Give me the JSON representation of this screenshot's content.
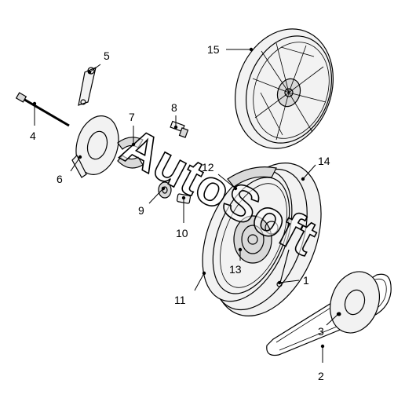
{
  "watermark": "AutoSoft",
  "callouts": {
    "c1": "1",
    "c2": "2",
    "c3": "3",
    "c4": "4",
    "c5": "5",
    "c6": "6",
    "c7": "7",
    "c8": "8",
    "c9": "9",
    "c10": "10",
    "c11": "11",
    "c12": "12",
    "c13": "13",
    "c14": "14",
    "c15": "15"
  }
}
